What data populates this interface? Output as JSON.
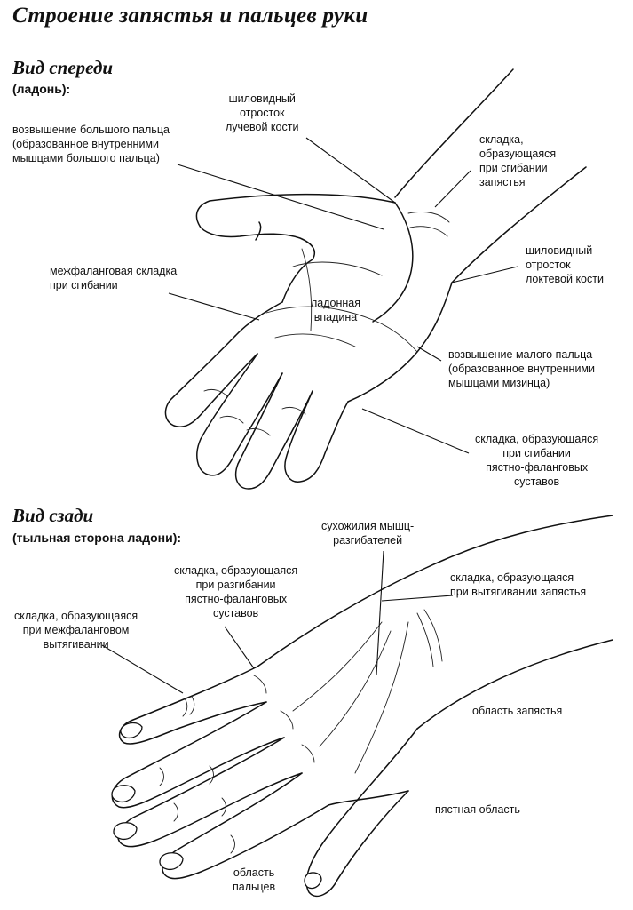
{
  "title": "Строение запястья и пальцев руки",
  "front": {
    "heading": "Вид спереди",
    "subheading": "(ладонь):",
    "labels": {
      "thenar": "возвышение большого пальца\n(образованное внутренними\nмышцами большого пальца)",
      "radial_styloid": "шиловидный\nотросток\nлучевой кости",
      "wrist_flexion_crease": "складка,\nобразующаяся\nпри сгибании\nзапястья",
      "ulnar_styloid": "шиловидный\nотросток\nлоктевой кости",
      "interphalangeal_crease": "межфаланговая складка\nпри сгибании",
      "palm_hollow": "ладонная\nвпадина",
      "hypothenar": "возвышение малого пальца\n(образованное внутренними\nмышцами мизинца)",
      "mcp_flexion_crease": "складка, образующаяся\nпри сгибании\nпястно-фаланговых\nсуставов"
    }
  },
  "back": {
    "heading": "Вид сзади",
    "subheading": "(тыльная сторона ладони):",
    "labels": {
      "extensor_tendons": "сухожилия мышц-\nразгибателей",
      "mcp_extension_crease": "складка, образующаяся\nпри разгибании\nпястно-фаланговых\nсуставов",
      "wrist_extension_crease": "складка, образующаяся\nпри вытягивании запястья",
      "interphalangeal_extension_crease": "складка, образующаяся\nпри межфаланговом\nвытягивании",
      "wrist_region": "область запястья",
      "metacarpal_region": "пястная область",
      "finger_region": "область\nпальцев"
    }
  }
}
